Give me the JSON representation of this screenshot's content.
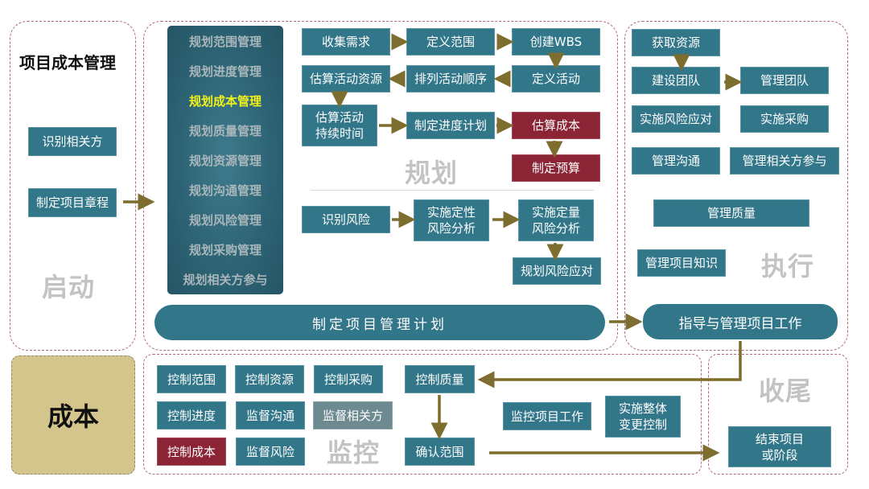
{
  "title": "项目成本管理",
  "cost_label": "成本",
  "colors": {
    "box": "#327689",
    "highlight_box": "#8b2536",
    "muted_box": "#6d8a91",
    "arrow": "#7d6d2e",
    "frame": "#b06a7a",
    "active_sidebar": "#f2f21a",
    "cost_bg": "#d4c58c"
  },
  "phases": {
    "initiating": {
      "label": "启动",
      "boxes": [
        "识别相关方",
        "制定项目章程"
      ]
    },
    "planning": {
      "label": "规划",
      "sidebar": [
        {
          "label": "规划范围管理",
          "active": false
        },
        {
          "label": "规划进度管理",
          "active": false
        },
        {
          "label": "规划成本管理",
          "active": true
        },
        {
          "label": "规划质量管理",
          "active": false
        },
        {
          "label": "规划资源管理",
          "active": false
        },
        {
          "label": "规划沟通管理",
          "active": false
        },
        {
          "label": "规划风险管理",
          "active": false
        },
        {
          "label": "规划采购管理",
          "active": false
        },
        {
          "label": "规划相关方参与",
          "active": false
        }
      ],
      "boxes": {
        "collect": "收集需求",
        "define_scope": "定义范围",
        "create_wbs": "创建WBS",
        "est_resources": "估算活动资源",
        "sequence": "排列活动顺序",
        "define_activities": "定义活动",
        "est_durations": "估算活动\n持续时间",
        "develop_schedule": "制定进度计划",
        "estimate_costs": "估算成本",
        "determine_budget": "制定预算",
        "identify_risks": "识别风险",
        "qualitative": "实施定性\n风险分析",
        "quantitative": "实施定量\n风险分析",
        "plan_responses": "规划风险应对"
      },
      "plan_bar": "制定项目管理计划"
    },
    "executing": {
      "label": "执行",
      "boxes": {
        "acquire": "获取资源",
        "develop_team": "建设团队",
        "manage_team": "管理团队",
        "implement_risk": "实施风险应对",
        "conduct_proc": "实施采购",
        "manage_comm": "管理沟通",
        "manage_stake": "管理相关方参与",
        "manage_quality": "管理质量",
        "manage_knowledge": "管理项目知识"
      },
      "direct_bar": "指导与管理项目工作"
    },
    "monitoring": {
      "label": "监控",
      "boxes": {
        "control_scope": "控制范围",
        "control_resources": "控制资源",
        "control_proc": "控制采购",
        "control_schedule": "控制进度",
        "monitor_comm": "监督沟通",
        "monitor_stake": "监督相关方",
        "control_costs": "控制成本",
        "monitor_risks": "监督风险",
        "control_quality": "控制质量",
        "validate_scope": "确认范围",
        "monitor_work": "监控项目工作",
        "integrated_change": "实施整体\n变更控制"
      }
    },
    "closing": {
      "label": "收尾",
      "boxes": [
        "结束项目\n或阶段"
      ]
    }
  }
}
